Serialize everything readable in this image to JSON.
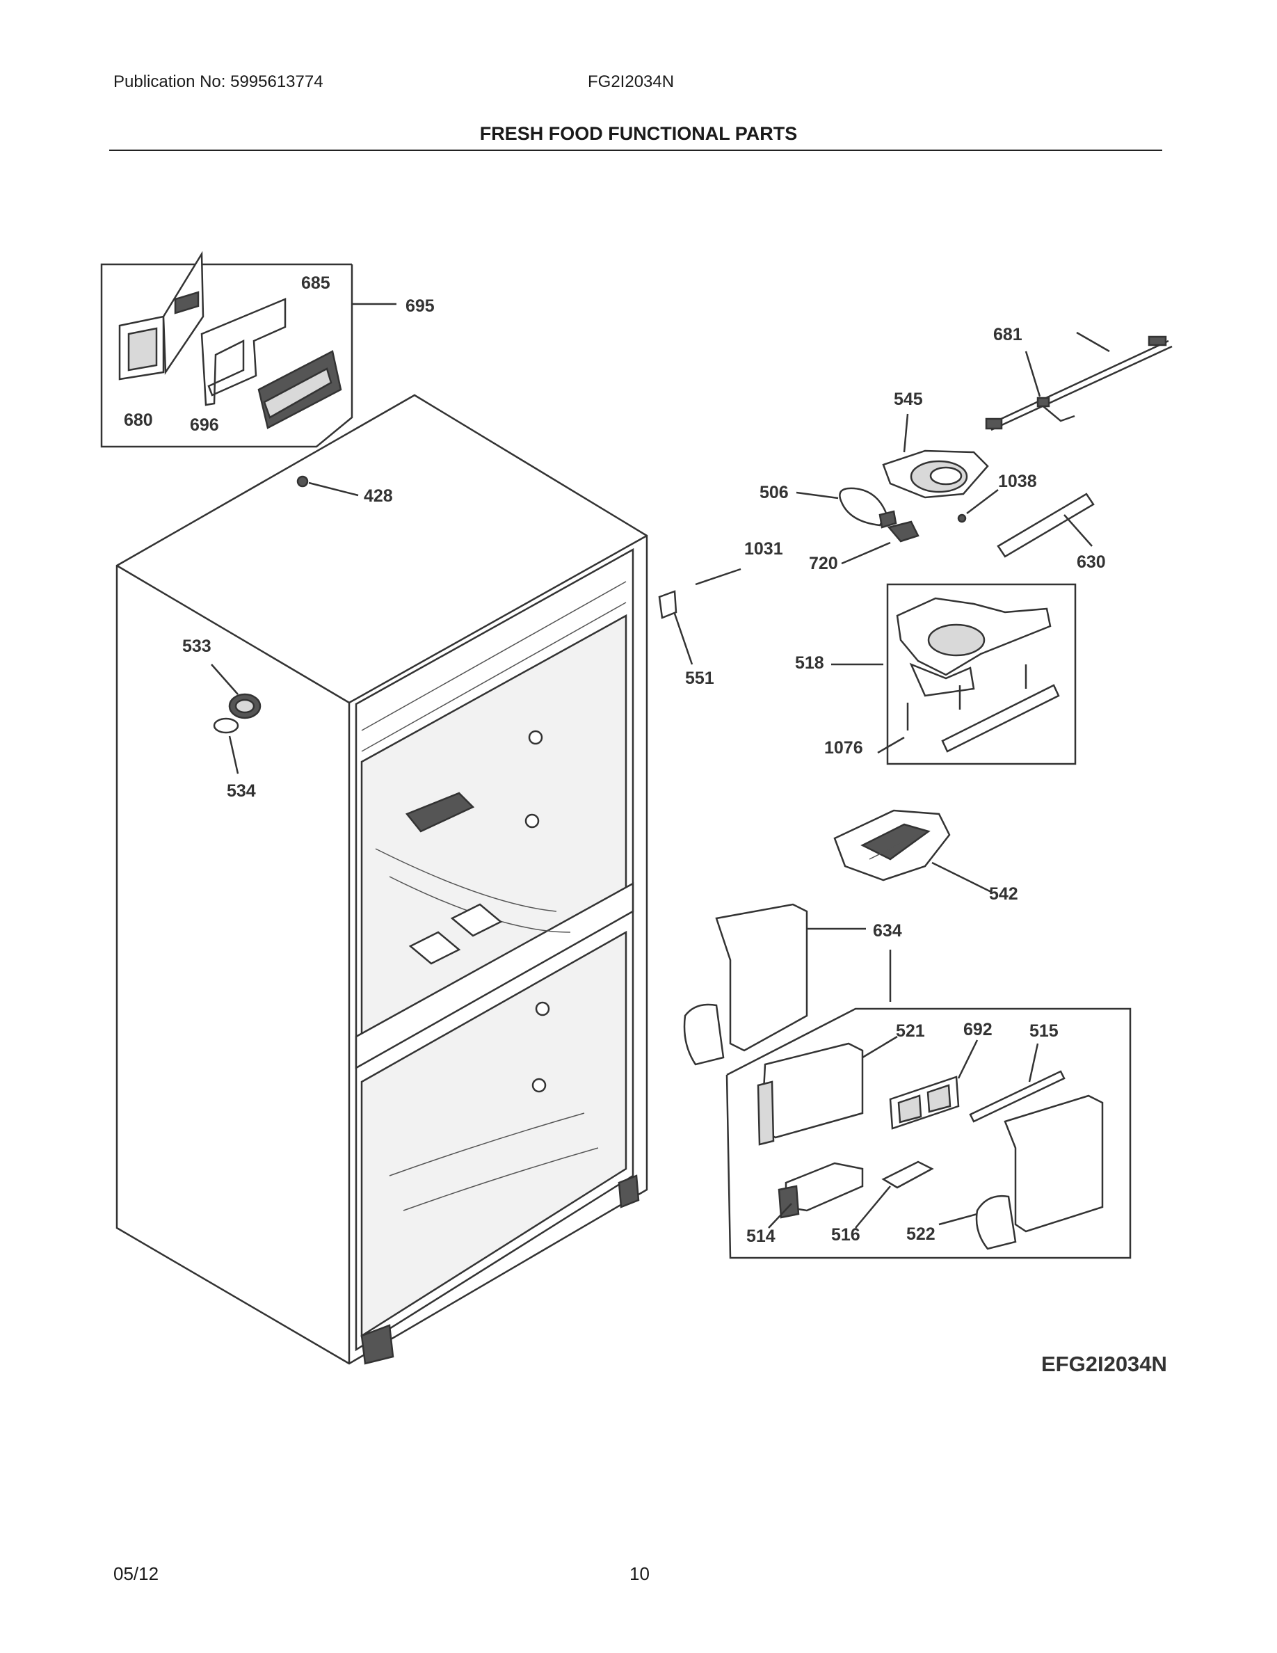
{
  "header": {
    "publication": "Publication No: 5995613774",
    "model": "FG2I2034N",
    "title": "FRESH FOOD FUNCTIONAL PARTS"
  },
  "diagram": {
    "code": "EFG2I2034N",
    "part_labels": [
      "685",
      "695",
      "680",
      "696",
      "428",
      "681",
      "545",
      "506",
      "1038",
      "720",
      "630",
      "1031",
      "551",
      "518",
      "1076",
      "533",
      "534",
      "542",
      "634",
      "521",
      "692",
      "515",
      "514",
      "516",
      "522"
    ]
  },
  "footer": {
    "date": "05/12",
    "page": "10"
  }
}
